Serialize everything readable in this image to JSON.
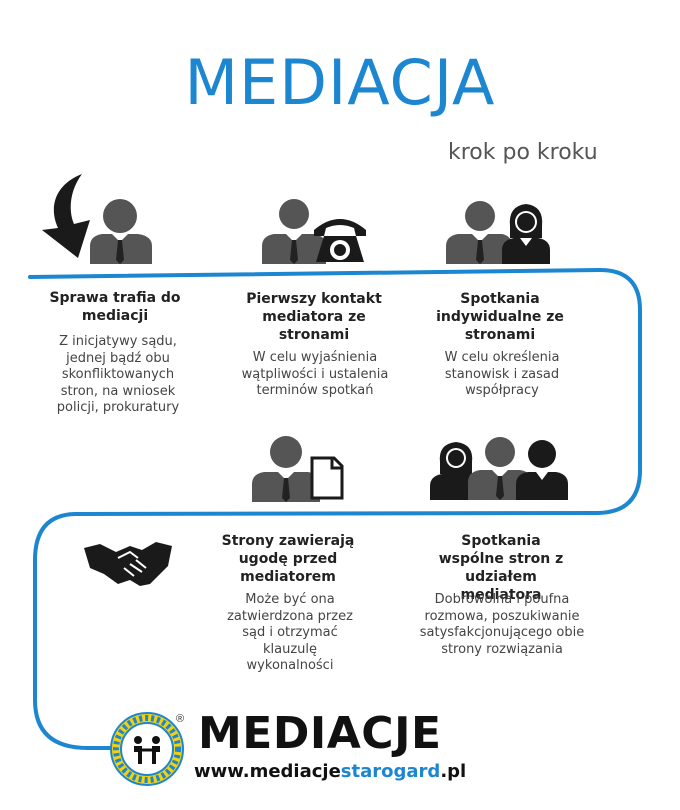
{
  "title": "MEDIACJA",
  "subtitle": "krok po kroku",
  "colors": {
    "accent": "#1c86d1",
    "icon": "#555555",
    "dark": "#1a1a1a",
    "logo_yellow": "#f5d10d"
  },
  "steps": [
    {
      "heading": "Sprawa trafia do mediacji",
      "desc": "Z inicjatywy sądu, jednej bądź obu skonfliktowanych stron, na wniosek policji, prokuratury",
      "icon": "arrow-person-icon"
    },
    {
      "heading": "Pierwszy kontakt mediatora ze stronami",
      "desc": "W celu wyjaśnienia wątpliwości i ustalenia terminów spotkań",
      "icon": "person-phone-icon"
    },
    {
      "heading": "Spotkania indywidualne ze stronami",
      "desc": "W celu określenia stanowisk i zasad współpracy",
      "icon": "two-persons-icon"
    },
    {
      "heading": "Strony zawierają ugodę przed mediatorem",
      "desc": "Może być ona zatwierdzona przez sąd i otrzymać klauzulę wykonalności",
      "icon": "person-document-icon"
    },
    {
      "heading": "Spotkania wspólne stron z udziałem mediatora",
      "desc": "Dobrowolna i poufna rozmowa, poszukiwanie satysfakcjonującego obie strony rozwiązania",
      "icon": "three-persons-icon"
    }
  ],
  "handshake_icon": "handshake-icon",
  "logo": {
    "brand": "MEDIACJE",
    "registered": "®",
    "url_prefix": "www.mediacje",
    "url_highlight": "starogard",
    "url_suffix": ".pl",
    "seal_text": "POLSKIE CENTRUM MEDIACJI 2000"
  }
}
